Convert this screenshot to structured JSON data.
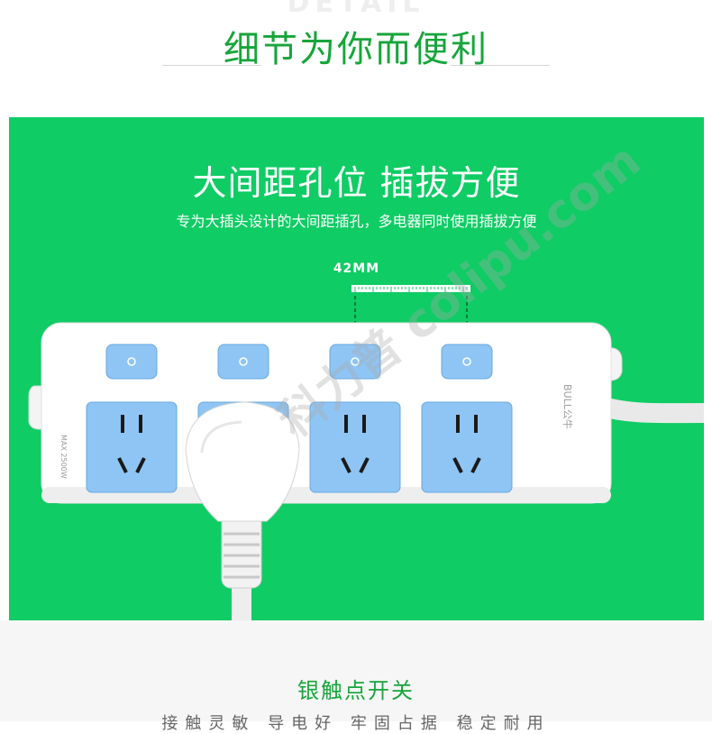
{
  "header": {
    "ghost_text": "DETAIL",
    "title": "细节为你而便利"
  },
  "feature": {
    "title": "大间距孔位 插拔方便",
    "subtitle": "专为大插头设计的大间距插孔，多电器同时使用插拔方便",
    "measurement": "42MM"
  },
  "product": {
    "brand": "BULL公牛",
    "max_label": "MAX 2500W",
    "switch_count": 4,
    "socket_count": 4
  },
  "watermark": {
    "text": "科力普 colipu.com"
  },
  "next_section": {
    "title": "银触点开关",
    "subtitle": "接触灵敏 导电好 牢固占据 稳定耐用"
  },
  "colors": {
    "green_band": "#0fcc64",
    "heading_green": "#17a53b",
    "socket_blue": "#8fc5f4",
    "strip_white": "#ffffff"
  }
}
